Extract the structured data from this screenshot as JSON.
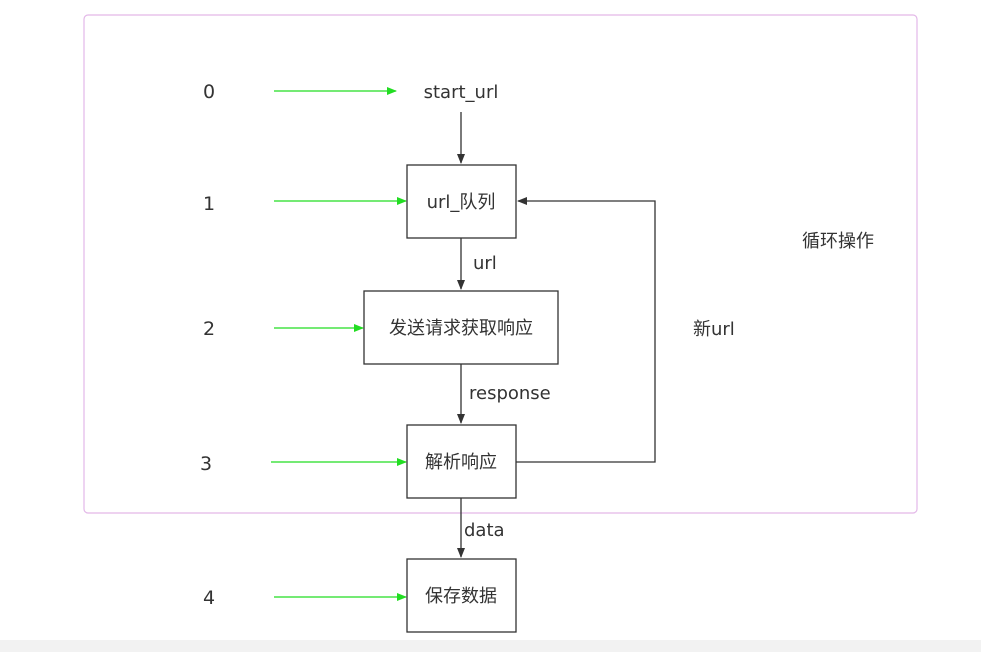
{
  "diagram": {
    "steps": [
      "0",
      "1",
      "2",
      "3",
      "4"
    ],
    "start_node": "start_url",
    "nodes": {
      "queue": "url_队列",
      "request": "发送请求获取响应",
      "parse": "解析响应",
      "save": "保存数据"
    },
    "edge_labels": {
      "queue_to_request": "url",
      "request_to_parse": "response",
      "parse_to_save": "data",
      "parse_to_queue": "新url"
    },
    "loop_label": "循环操作",
    "colors": {
      "loop_border": "#e3b8e8",
      "step_arrow": "#22dd22",
      "flow_arrow": "#333333",
      "footer": "#f2f2f2"
    }
  }
}
